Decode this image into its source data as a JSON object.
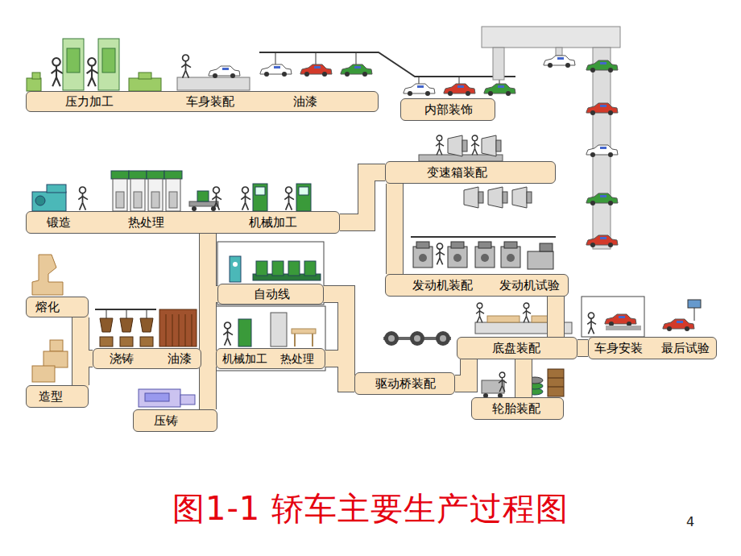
{
  "diagram": {
    "caption": "图1-1 轿车主要生产过程图",
    "nodes": [
      {
        "text": [
          "压力加工",
          "车身装配",
          "油漆"
        ]
      },
      {
        "text": [
          "内部装饰"
        ]
      },
      {
        "text": [
          "变速箱装配"
        ]
      },
      {
        "text": [
          "发动机装配",
          "发动机试验"
        ]
      },
      {
        "text": [
          "锻造",
          "热处理",
          "机械加工"
        ]
      },
      {
        "text": [
          "自动线"
        ]
      },
      {
        "text": [
          "机械加工",
          "热处理"
        ]
      },
      {
        "text": [
          "熔化"
        ]
      },
      {
        "text": [
          "浇铸",
          "油漆"
        ]
      },
      {
        "text": [
          "造型"
        ]
      },
      {
        "text": [
          "压铸"
        ]
      },
      {
        "text": [
          "驱动桥装配"
        ]
      },
      {
        "text": [
          "底盘装配"
        ]
      },
      {
        "text": [
          "车身安装",
          "最后试验"
        ]
      },
      {
        "text": [
          "轮胎装配"
        ]
      }
    ],
    "edges": [
      {
        "from": 4,
        "to": 5,
        "arrow": "none"
      },
      {
        "from": 4,
        "to": 6,
        "arrow": "none"
      },
      {
        "from": 7,
        "to": 8,
        "arrow": "none"
      },
      {
        "from": 7,
        "to": 9,
        "arrow": "none"
      },
      {
        "from": 8,
        "to": 6,
        "arrow": "none"
      },
      {
        "from": 10,
        "to": 6,
        "arrow": "none"
      },
      {
        "from": 4,
        "to": 2,
        "arrow": "none"
      },
      {
        "from": 5,
        "to": 11,
        "arrow": "none"
      },
      {
        "from": 6,
        "to": 11,
        "arrow": "none"
      },
      {
        "from": 2,
        "to": 3,
        "arrow": "none"
      },
      {
        "from": 3,
        "to": 12,
        "arrow": "none"
      },
      {
        "from": 11,
        "to": 12,
        "arrow": "none"
      },
      {
        "from": 14,
        "to": 12,
        "arrow": "none"
      },
      {
        "from": 12,
        "to": 13,
        "arrow": "none"
      }
    ],
    "labels": [
      "4"
    ]
  }
}
